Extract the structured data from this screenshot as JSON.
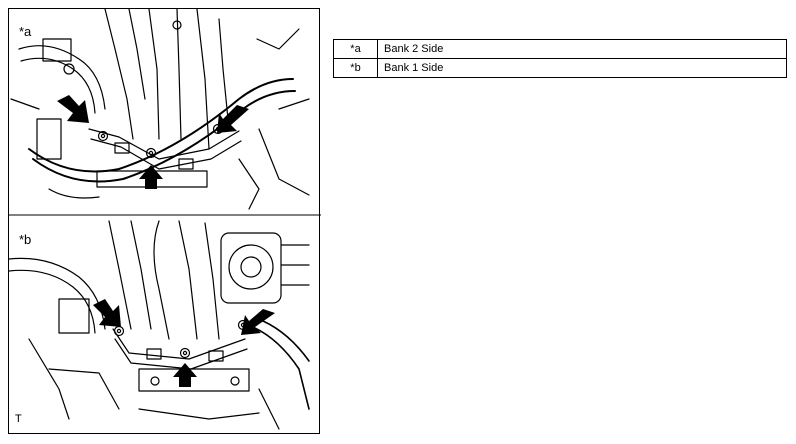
{
  "figure": {
    "panel_a_label": "*a",
    "panel_b_label": "*b",
    "corner_label": "T"
  },
  "legend": {
    "rows": [
      {
        "key": "*a",
        "value": "Bank 2 Side"
      },
      {
        "key": "*b",
        "value": "Bank 1 Side"
      }
    ]
  }
}
